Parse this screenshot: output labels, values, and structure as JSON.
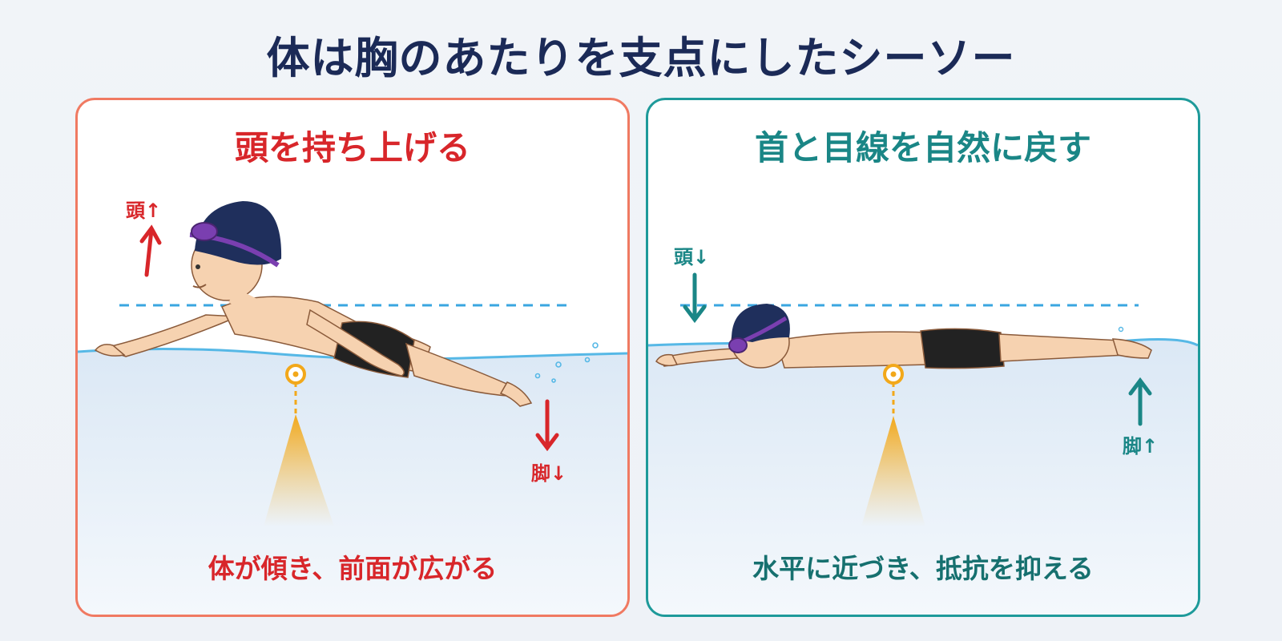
{
  "title": "体は胸のあたりを支点にしたシーソー",
  "panels": {
    "left": {
      "heading": "頭を持ち上げる",
      "head_label": "頭↑",
      "feet_label": "脚↓",
      "caption": "体が傾き、前面が広がる",
      "accent": "#d8262a",
      "border": "#f07a62"
    },
    "right": {
      "heading": "首と目線を自然に戻す",
      "head_label": "頭↓",
      "feet_label": "脚↑",
      "caption": "水平に近づき、抵抗を抑える",
      "accent": "#1a8686",
      "border": "#1e9a9a"
    }
  },
  "colors": {
    "title": "#1b2a57",
    "water": "#e2edf7",
    "waterline": "#56b8e6",
    "fulcrum": "#f2a81a",
    "cap": "#1f2f5c",
    "goggles": "#7a3fb0",
    "skin": "#f6d2b0",
    "suit": "#222222"
  },
  "icons": [
    "fulcrum-icon",
    "swimmer-figure",
    "arrow-up-icon",
    "arrow-down-icon"
  ]
}
